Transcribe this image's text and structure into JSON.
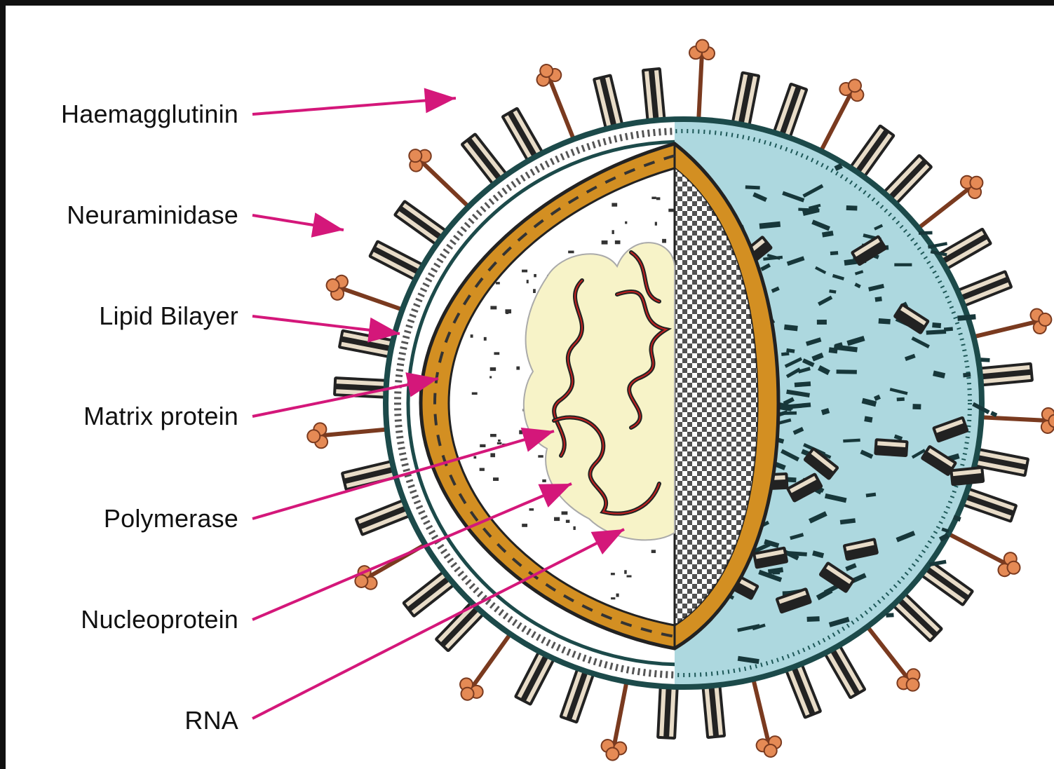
{
  "labels": {
    "haemagglutinin": "Haemagglutinin",
    "neuraminidase": "Neuraminidase",
    "lipid_bilayer": "Lipid Bilayer",
    "matrix_protein": "Matrix protein",
    "polymerase": "Polymerase",
    "nucleoprotein": "Nucleoprotein",
    "rna": "RNA"
  },
  "colors": {
    "arrow": "#d4177a",
    "capsule_fill": "#add8df",
    "matrix_ring": "#d38f22",
    "membrane": "#1c4a4a",
    "haemagglutinin": "#e58a55",
    "neuraminidase_fill": "#e8dcc8",
    "nucleus_fill": "#f7f3c8",
    "rna_strand": "#c22020"
  }
}
